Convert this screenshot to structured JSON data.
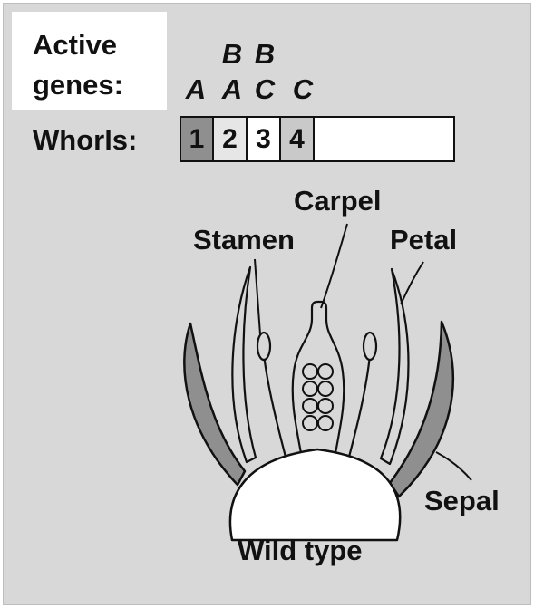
{
  "header": {
    "active_genes_line1": "Active",
    "active_genes_line2": "genes:"
  },
  "genes": {
    "whorl1": {
      "top": "",
      "bottom": "A"
    },
    "whorl2": {
      "top": "B",
      "bottom": "A"
    },
    "whorl3": {
      "top": "B",
      "bottom": "C"
    },
    "whorl4": {
      "top": "",
      "bottom": "C"
    }
  },
  "whorls": {
    "label": "Whorls:",
    "cells": [
      "1",
      "2",
      "3",
      "4"
    ],
    "colors": {
      "whorl1": "#8f8f8f",
      "whorl2": "#e6e6e6",
      "whorl3": "#ffffff",
      "whorl4": "#c9c9c9",
      "empty": "#ffffff"
    }
  },
  "flower": {
    "labels": {
      "carpel": "Carpel",
      "stamen": "Stamen",
      "petal": "Petal",
      "sepal": "Sepal"
    },
    "caption": "Wild type",
    "colors": {
      "sepal": "#8f8f8f",
      "background": "#d8d8d8",
      "petal": "#d8d8d8",
      "receptacle": "#ffffff"
    }
  }
}
